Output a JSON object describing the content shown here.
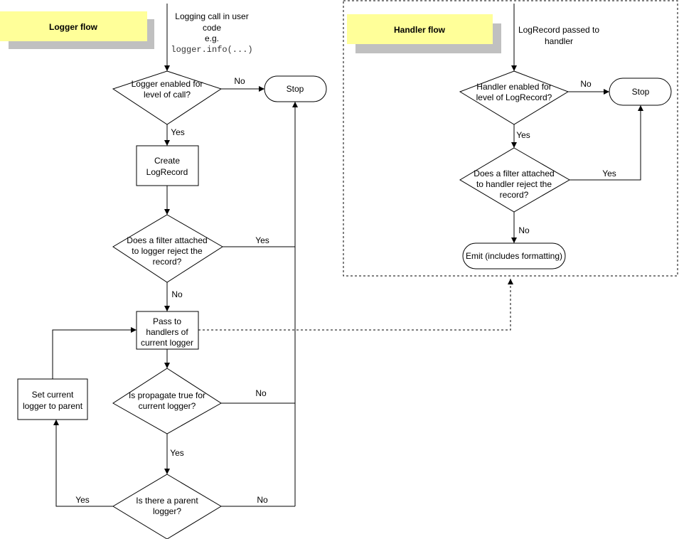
{
  "logger_flow": {
    "title": "Logger flow",
    "entry_lines": [
      "Logging call in user",
      "code",
      "e.g."
    ],
    "entry_code": "logger.info(...)",
    "enabled_decision": [
      "Logger enabled for",
      "level of call?"
    ],
    "stop": "Stop",
    "create_record": [
      "Create",
      "LogRecord"
    ],
    "filter_decision": [
      "Does a filter attached",
      "to logger reject the",
      "record?"
    ],
    "pass_handlers": [
      "Pass to",
      "handlers of",
      "current logger"
    ],
    "propagate_decision": [
      "Is propagate true for",
      "current logger?"
    ],
    "parent_decision": [
      "Is there a parent",
      "logger?"
    ],
    "set_parent": [
      "Set current",
      "logger to parent"
    ],
    "labels": {
      "enabled_no": "No",
      "enabled_yes": "Yes",
      "filter_yes": "Yes",
      "filter_no": "No",
      "propagate_no": "No",
      "propagate_yes": "Yes",
      "parent_yes": "Yes",
      "parent_no": "No"
    }
  },
  "handler_flow": {
    "title": "Handler flow",
    "entry_lines": [
      "LogRecord passed to",
      "handler"
    ],
    "enabled_decision": [
      "Handler enabled for",
      "level of LogRecord?"
    ],
    "stop": "Stop",
    "filter_decision": [
      "Does a filter attached",
      "to handler reject the",
      "record?"
    ],
    "emit": "Emit (includes formatting)",
    "labels": {
      "enabled_no": "No",
      "enabled_yes": "Yes",
      "filter_yes": "Yes",
      "filter_no": "No"
    }
  },
  "colors": {
    "title_fill": "#ffff99",
    "title_shadow": "#c0c0c0"
  }
}
